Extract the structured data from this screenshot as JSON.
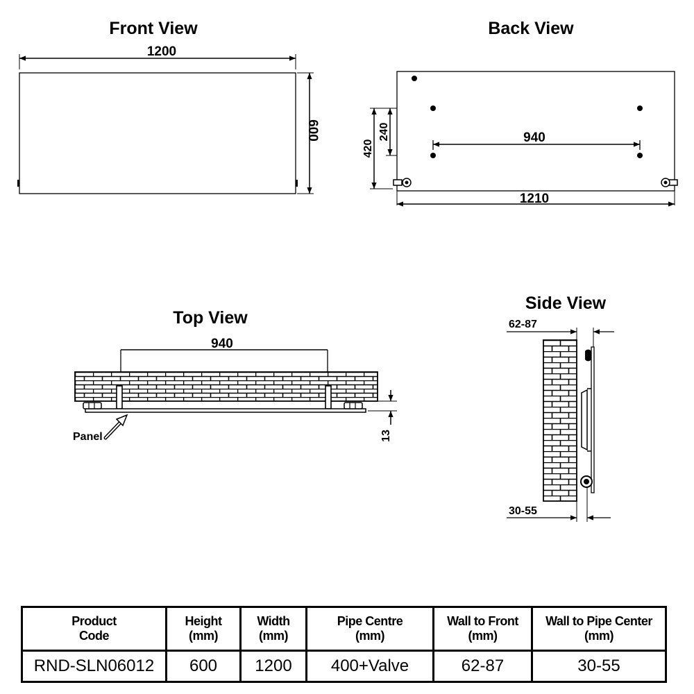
{
  "views": {
    "front": {
      "title": "Front View",
      "width_dim": "1200",
      "height_dim": "600"
    },
    "back": {
      "title": "Back View",
      "dim_420": "420",
      "dim_240": "240",
      "dim_940": "940",
      "dim_1210": "1210"
    },
    "top": {
      "title": "Top View",
      "dim_940": "940",
      "dim_13": "13",
      "panel_label": "Panel"
    },
    "side": {
      "title": "Side View",
      "dim_top": "62-87",
      "dim_bottom": "30-55"
    }
  },
  "table": {
    "headers": [
      [
        "Product",
        "Code"
      ],
      [
        "Height",
        "(mm)"
      ],
      [
        "Width",
        "(mm)"
      ],
      [
        "Pipe Centre",
        "(mm)"
      ],
      [
        "Wall to Front",
        "(mm)"
      ],
      [
        "Wall to Pipe Center",
        "(mm)"
      ]
    ],
    "row": [
      "RND-SLN06012",
      "600",
      "1200",
      "400+Valve",
      "62-87",
      "30-55"
    ]
  }
}
